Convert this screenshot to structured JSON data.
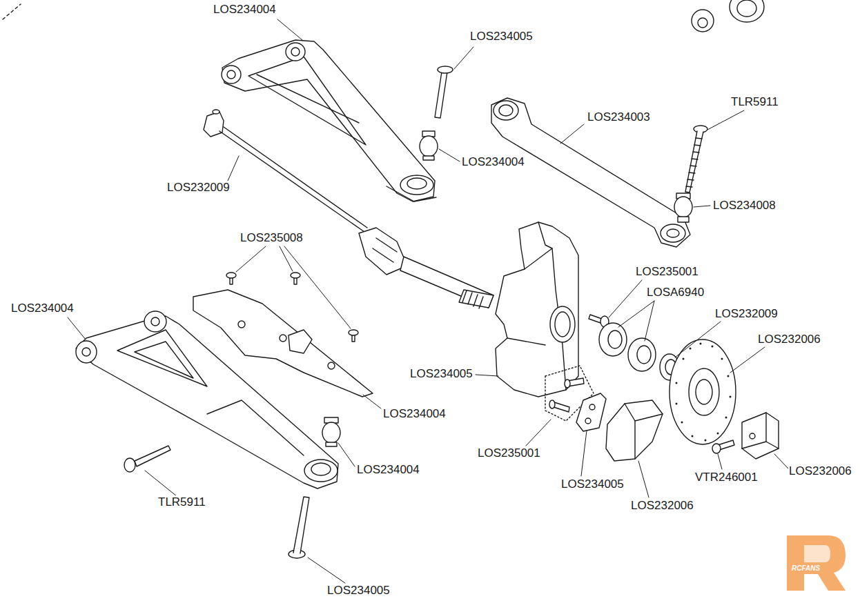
{
  "diagram": {
    "labels": [
      "LOS234004",
      "LOS234005",
      "LOS234003",
      "TLR5911",
      "LOS234004",
      "LOS232009",
      "LOS234008",
      "LOS235008",
      "LOS235001",
      "LOSA6940",
      "LOS232009",
      "LOS234004",
      "LOS232006",
      "LOS234005",
      "LOS234004",
      "LOS235001",
      "LOS234004",
      "LOS232006",
      "VTR246001",
      "LOS234005",
      "TLR5911",
      "LOS232006",
      "LOS234005",
      "RCFANS"
    ]
  }
}
